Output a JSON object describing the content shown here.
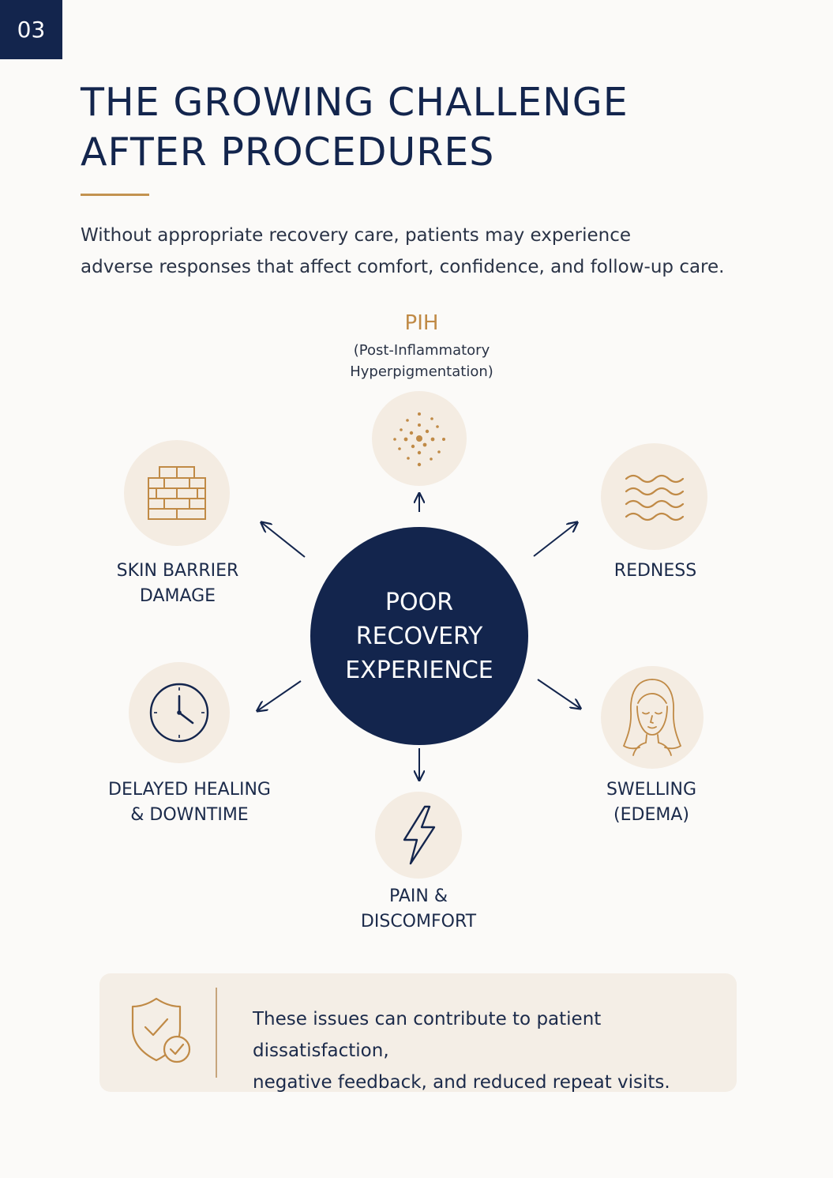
{
  "page_number": "03",
  "title": {
    "line1": "THE GROWING CHALLENGE",
    "line2": "AFTER PROCEDURES"
  },
  "intro": {
    "line1": "Without appropriate recovery care, patients may experience",
    "line2": "adverse responses that affect comfort, confidence, and follow-up care."
  },
  "center": {
    "line1": "POOR",
    "line2": "RECOVERY",
    "line3": "EXPERIENCE"
  },
  "items": {
    "pih": {
      "title": "PIH",
      "sub1": "(Post-Inflammatory",
      "sub2": "Hyperpigmentation)"
    },
    "barrier": {
      "line1": "SKIN BARRIER",
      "line2": "DAMAGE"
    },
    "redness": {
      "line1": "REDNESS"
    },
    "healing": {
      "line1": "DELAYED HEALING",
      "line2": "& DOWNTIME"
    },
    "swelling": {
      "line1": "SWELLING",
      "line2": "(EDEMA)"
    },
    "pain": {
      "line1": "PAIN &",
      "line2": "DISCOMFORT"
    }
  },
  "note": {
    "line1": "These issues can contribute to patient dissatisfaction,",
    "line2": "negative feedback, and reduced repeat visits."
  },
  "colors": {
    "navy": "#13254d",
    "gold": "#c08a46",
    "bubble": "#f4ece2",
    "note_bg": "#f4eee6"
  }
}
